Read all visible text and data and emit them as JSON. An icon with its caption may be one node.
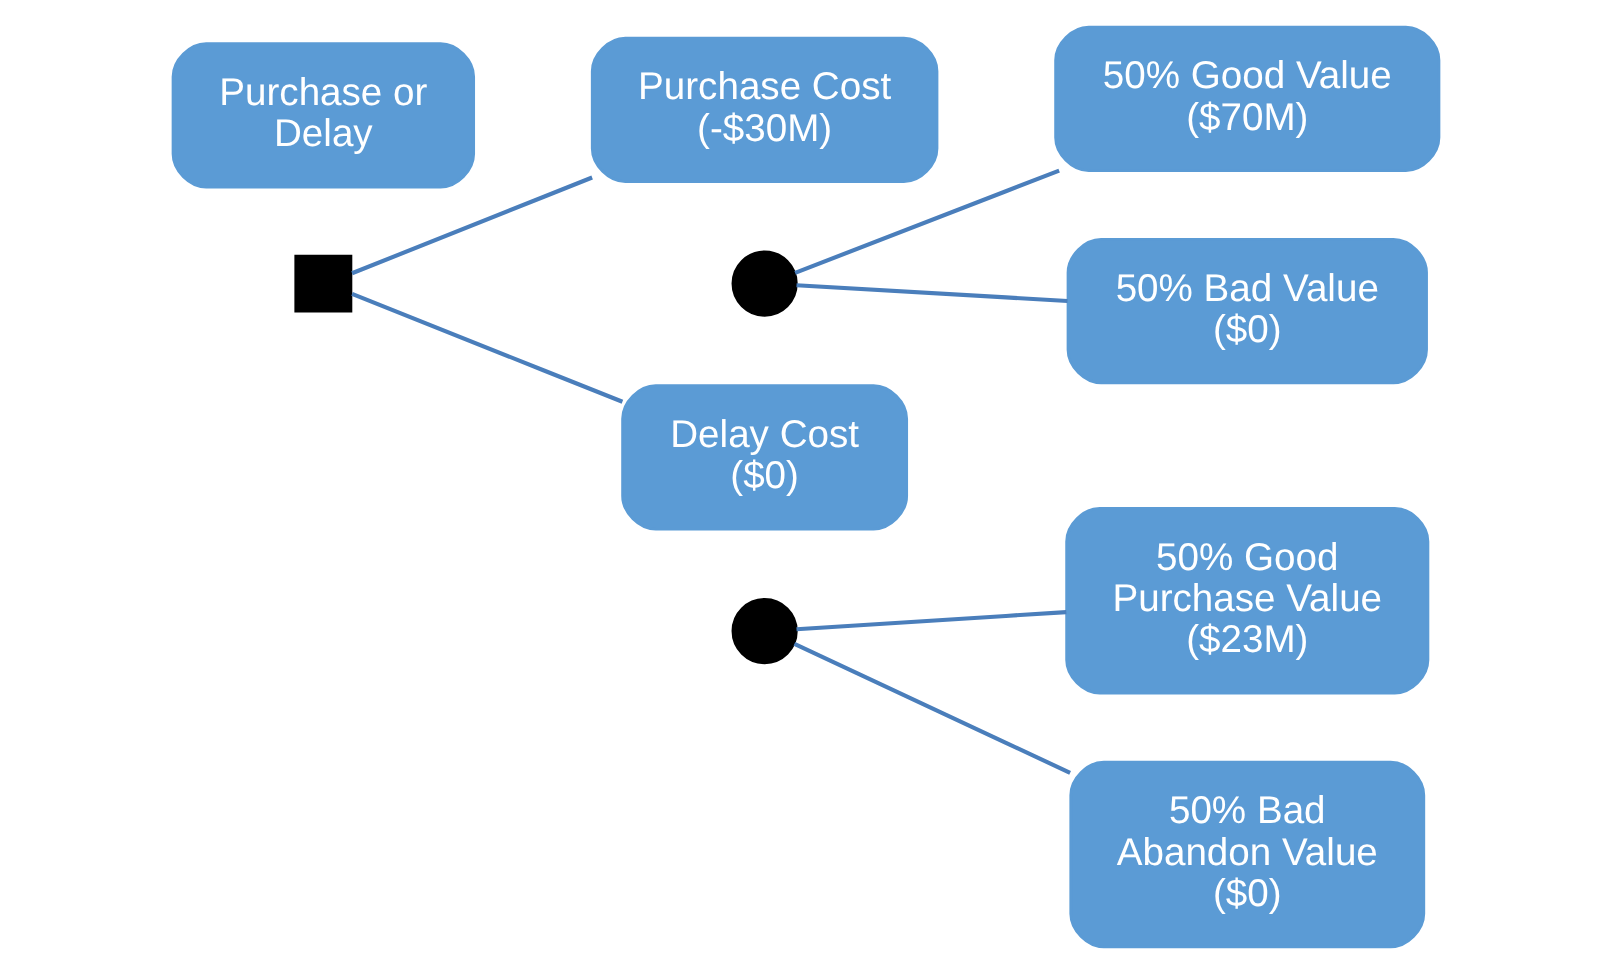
{
  "diagram": {
    "nodes": [
      {
        "text": [
          "Purchase or Delay"
        ]
      },
      {
        "text": [],
        "shape": "box"
      },
      {
        "text": [
          "Purchase Cost (-$30M)"
        ]
      },
      {
        "text": [],
        "shape": "circle"
      },
      {
        "text": [
          "50% Good Value ($70M)"
        ]
      },
      {
        "text": [
          "50% Bad Value ($0)"
        ]
      },
      {
        "text": [
          "Delay Cost ($0)"
        ]
      },
      {
        "text": [],
        "shape": "circle"
      },
      {
        "text": [
          "50% Good Purchase Value ($23M)"
        ]
      },
      {
        "text": [
          "50% Bad Abandon Value ($0)"
        ]
      }
    ],
    "edges": [
      {
        "from": 1,
        "to": 2,
        "arrow": "none"
      },
      {
        "from": 1,
        "to": 6,
        "arrow": "none"
      },
      {
        "from": 3,
        "to": 4,
        "arrow": "none"
      },
      {
        "from": 3,
        "to": 5,
        "arrow": "none"
      },
      {
        "from": 7,
        "to": 8,
        "arrow": "none"
      },
      {
        "from": 7,
        "to": 9,
        "arrow": "none"
      }
    ]
  }
}
